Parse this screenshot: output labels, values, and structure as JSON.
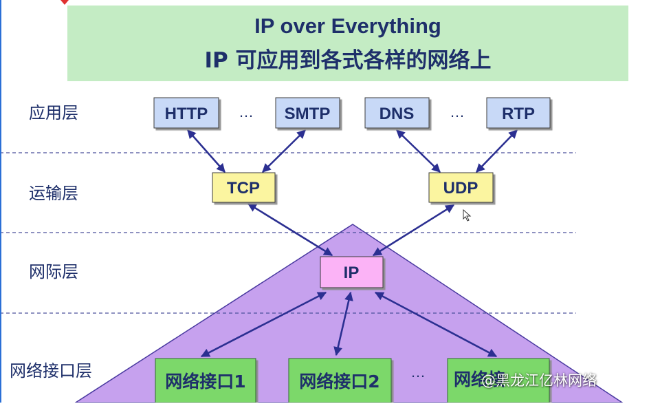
{
  "banner": {
    "line1": "IP over Everything",
    "line2": "IP 可应用到各式各样的网络上"
  },
  "layers": [
    "应用层",
    "运输层",
    "网际层",
    "网络接口层"
  ],
  "application_protocols": [
    "HTTP",
    "SMTP",
    "DNS",
    "RTP"
  ],
  "transport_protocols": [
    "TCP",
    "UDP"
  ],
  "network_protocol": "IP",
  "interfaces": [
    "网络接口1",
    "网络接口2",
    "网络接"
  ],
  "ellipsis": "…",
  "watermark": "@黑龙江亿林网络",
  "colors": {
    "banner": "#c4ecc4",
    "app_box": "#c8d9f7",
    "transport_box": "#fbf5a0",
    "ip_box": "#fbb3f6",
    "interface_box": "#7cd86a",
    "triangle": "#c6a1ee",
    "arrow": "#2b2f91",
    "dashed": "#4a4f9a"
  }
}
